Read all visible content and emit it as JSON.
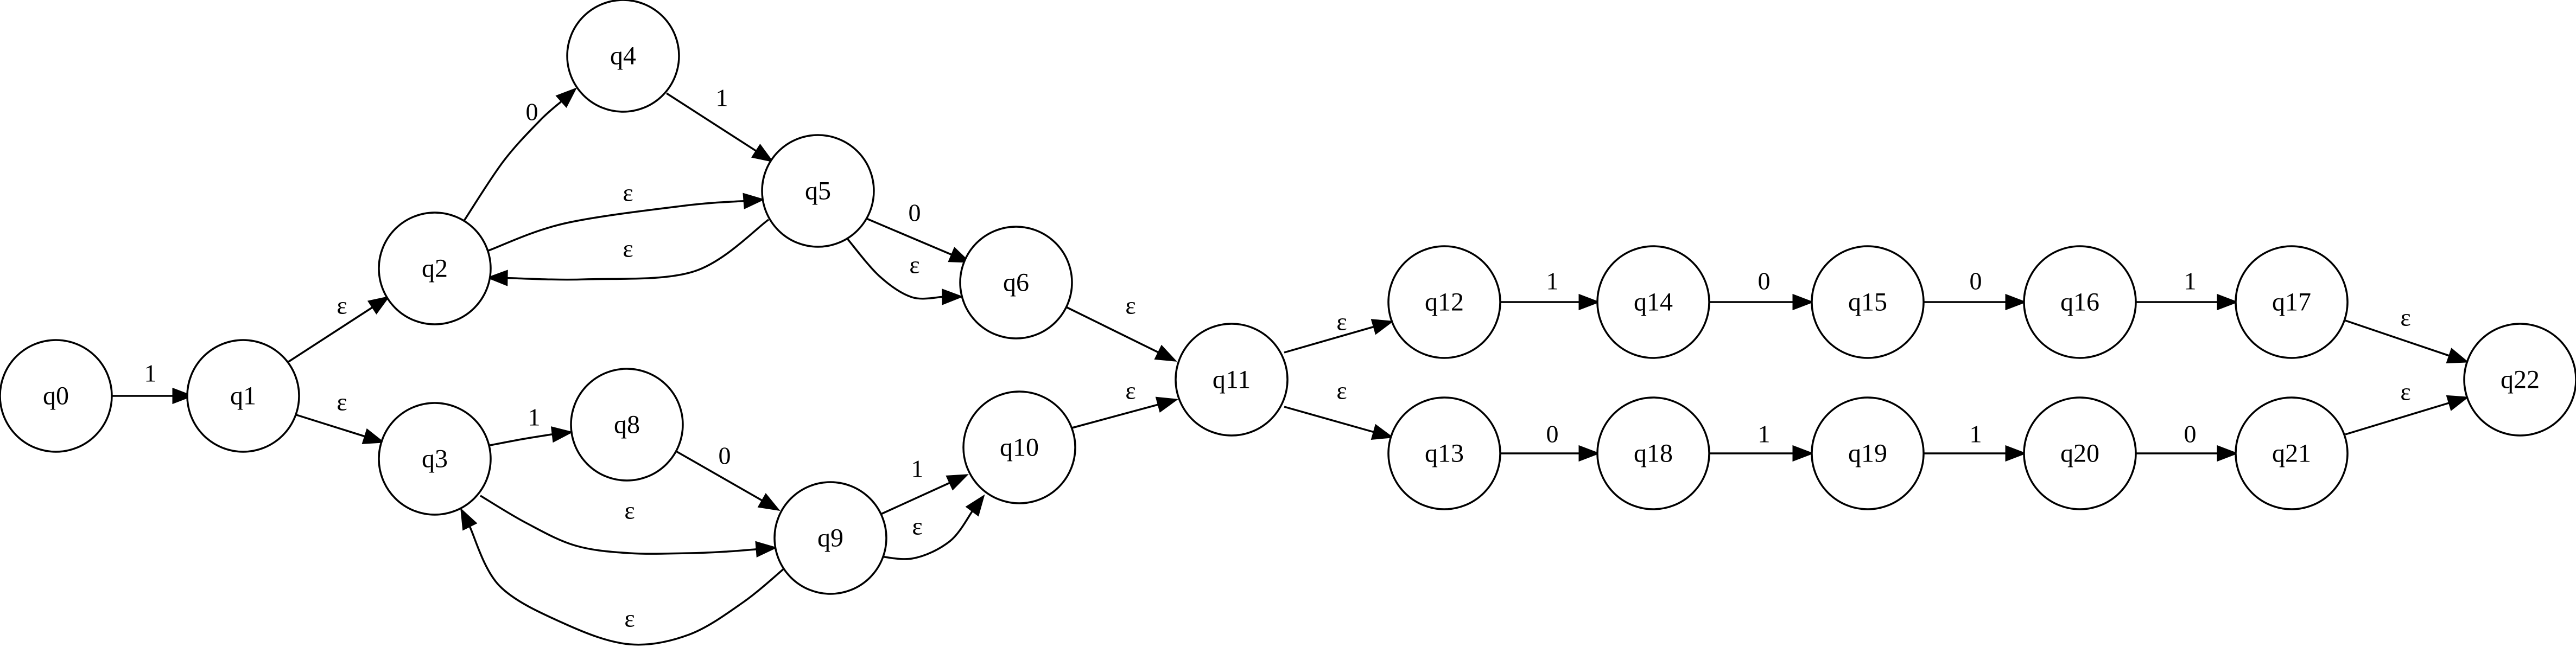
{
  "diagram": {
    "type": "state-diagram",
    "states": [
      "q0",
      "q1",
      "q2",
      "q3",
      "q4",
      "q5",
      "q6",
      "q8",
      "q9",
      "q10",
      "q11",
      "q12",
      "q13",
      "q14",
      "q15",
      "q16",
      "q17",
      "q18",
      "q19",
      "q20",
      "q21",
      "q22"
    ],
    "transitions": [
      {
        "from": "q0",
        "to": "q1",
        "label": "1"
      },
      {
        "from": "q1",
        "to": "q2",
        "label": "ε"
      },
      {
        "from": "q1",
        "to": "q3",
        "label": "ε"
      },
      {
        "from": "q2",
        "to": "q4",
        "label": "0"
      },
      {
        "from": "q4",
        "to": "q5",
        "label": "1"
      },
      {
        "from": "q2",
        "to": "q5",
        "label": "ε"
      },
      {
        "from": "q5",
        "to": "q2",
        "label": "ε"
      },
      {
        "from": "q5",
        "to": "q6",
        "label": "0"
      },
      {
        "from": "q5",
        "to": "q6",
        "label": "ε"
      },
      {
        "from": "q6",
        "to": "q11",
        "label": "ε"
      },
      {
        "from": "q3",
        "to": "q8",
        "label": "1"
      },
      {
        "from": "q8",
        "to": "q9",
        "label": "0"
      },
      {
        "from": "q3",
        "to": "q9",
        "label": "ε"
      },
      {
        "from": "q9",
        "to": "q3",
        "label": "ε"
      },
      {
        "from": "q9",
        "to": "q10",
        "label": "1"
      },
      {
        "from": "q9",
        "to": "q10",
        "label": "ε"
      },
      {
        "from": "q10",
        "to": "q11",
        "label": "ε"
      },
      {
        "from": "q11",
        "to": "q12",
        "label": "ε"
      },
      {
        "from": "q11",
        "to": "q13",
        "label": "ε"
      },
      {
        "from": "q12",
        "to": "q14",
        "label": "1"
      },
      {
        "from": "q14",
        "to": "q15",
        "label": "0"
      },
      {
        "from": "q15",
        "to": "q16",
        "label": "0"
      },
      {
        "from": "q16",
        "to": "q17",
        "label": "1"
      },
      {
        "from": "q17",
        "to": "q22",
        "label": "ε"
      },
      {
        "from": "q13",
        "to": "q18",
        "label": "0"
      },
      {
        "from": "q18",
        "to": "q19",
        "label": "1"
      },
      {
        "from": "q19",
        "to": "q20",
        "label": "1"
      },
      {
        "from": "q20",
        "to": "q21",
        "label": "0"
      },
      {
        "from": "q21",
        "to": "q22",
        "label": "ε"
      }
    ]
  }
}
